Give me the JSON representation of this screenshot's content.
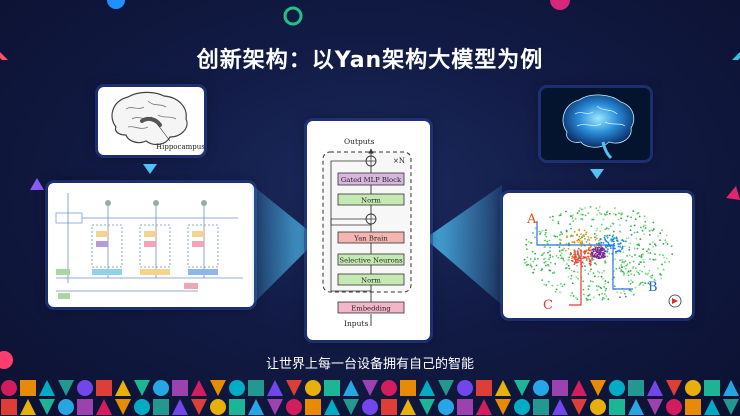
{
  "title": "创新架构：以Yan架构大模型为例",
  "subtitle": "让世界上每一台设备拥有自己的智能",
  "brain_sketch": {
    "label": "Hippocampus"
  },
  "architecture": {
    "outputs_label": "Outputs",
    "repeat_label": "×N",
    "gated_mlp_label": "Gated MLP Block",
    "norm_top_label": "Norm",
    "yan_brain_label": "Yan Brain",
    "selective_neurons_label": "Selective Neurons",
    "norm_bottom_label": "Norm",
    "embedding_label": "Embedding",
    "inputs_label": "Inputs"
  },
  "scatter": {
    "label_a": "A",
    "label_b": "B",
    "label_c": "C"
  },
  "colors": {
    "gated_mlp": "#d8b6de",
    "norm": "#c6e9b4",
    "yan_brain": "#f4b4b0",
    "selective": "#c6e9b4",
    "embedding": "#f2b6c8",
    "glow": "#4fc3f7"
  }
}
